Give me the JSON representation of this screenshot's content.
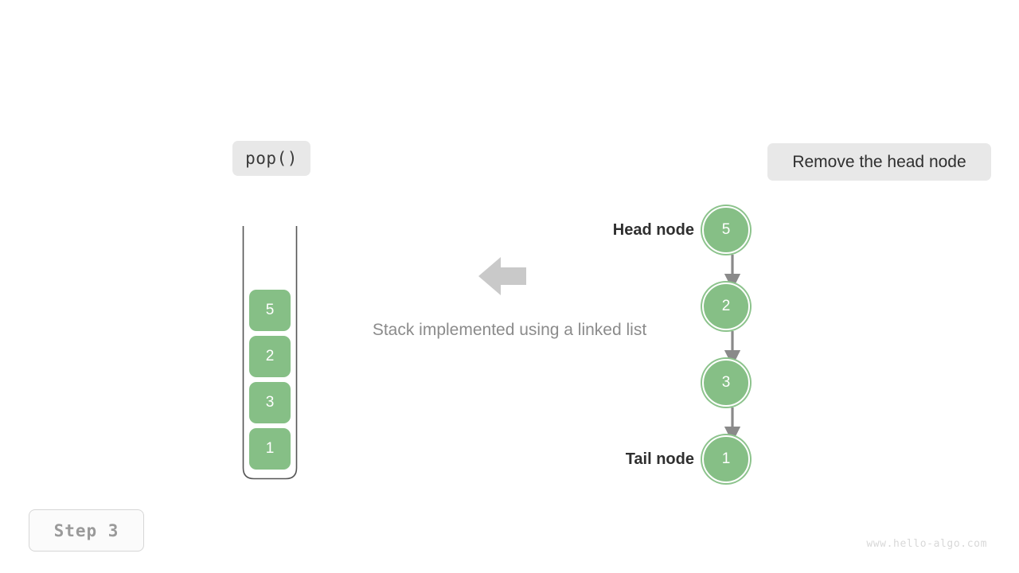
{
  "colors": {
    "node_green": "#86bf86",
    "node_ring": "#8cc38c",
    "chip_bg": "#e8e8e8",
    "arrow_gray": "#c9c9c9",
    "connector_gray": "#8a8a8a",
    "caption_gray": "#8b8b8b",
    "step_text": "#9a9a9a",
    "watermark": "#d8d8d8",
    "outline_gray": "#555555"
  },
  "operation": {
    "label": "pop()"
  },
  "action": {
    "label": "Remove the head node"
  },
  "caption": {
    "text": "Stack implemented using a linked list"
  },
  "step": {
    "label": "Step 3"
  },
  "watermark": {
    "text": "www.hello-algo.com"
  },
  "stack": {
    "items": [
      {
        "value": "5"
      },
      {
        "value": "2"
      },
      {
        "value": "3"
      },
      {
        "value": "1"
      }
    ]
  },
  "linked_list": {
    "nodes": [
      {
        "value": "5",
        "label": "Head node"
      },
      {
        "value": "2",
        "label": ""
      },
      {
        "value": "3",
        "label": ""
      },
      {
        "value": "1",
        "label": "Tail node"
      }
    ]
  }
}
